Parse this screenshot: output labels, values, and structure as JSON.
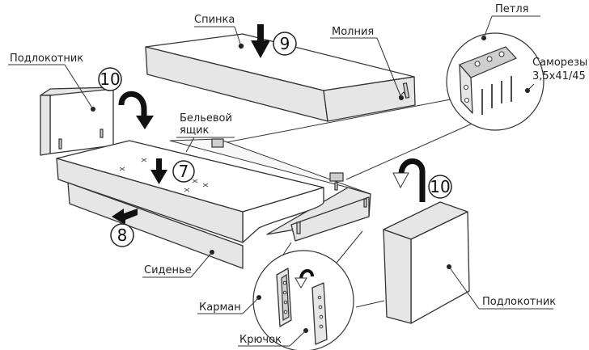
{
  "labels": {
    "backrest": "Спинка",
    "zipper": "Молния",
    "hinge": "Петля",
    "screws_line1": "Саморезы",
    "screws_line2": "3,5x41/45",
    "armrest_left": "Подлокотник",
    "storage_line1": "Бельевой",
    "storage_line2": "ящик",
    "seat": "Сиденье",
    "pocket": "Карман",
    "hook": "Крючок",
    "armrest_right": "Подлокотник"
  },
  "steps": {
    "armrest_left": "10",
    "backrest": "9",
    "seat_drop": "7",
    "seat_slide": "8",
    "armrest_right": "10"
  }
}
